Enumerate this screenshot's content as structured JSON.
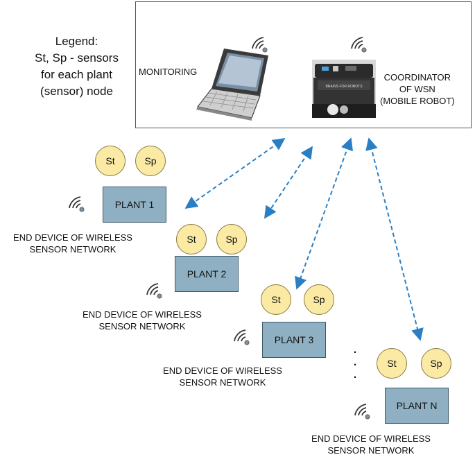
{
  "legend": {
    "line1": "Legend:",
    "line2": "St, Sp - sensors",
    "line3": "for each plant",
    "line4": "(sensor) node"
  },
  "top": {
    "monitoring": "MONITORING",
    "coordinator_line1": "COORDINATOR",
    "coordinator_line2": "OF WSN",
    "coordinator_line3": "(MOBILE ROBOT)",
    "robot_caption": "BRAINS FOR ROBOTS"
  },
  "sensors": {
    "st": "St",
    "sp": "Sp"
  },
  "plants": [
    {
      "name": "PLANT 1",
      "end_device_line1": "END DEVICE OF WIRELESS",
      "end_device_line2": "SENSOR NETWORK"
    },
    {
      "name": "PLANT 2",
      "end_device_line1": "END DEVICE OF WIRELESS",
      "end_device_line2": "SENSOR NETWORK"
    },
    {
      "name": "PLANT 3",
      "end_device_line1": "END DEVICE OF WIRELESS",
      "end_device_line2": "SENSOR NETWORK"
    },
    {
      "name": "PLANT N",
      "end_device_line1": "END DEVICE OF WIRELESS",
      "end_device_line2": "SENSOR NETWORK"
    }
  ],
  "ellipsis": "·\n·\n·",
  "colors": {
    "plant_fill": "#8fb0c2",
    "sensor_fill": "#fbeaa3",
    "link_arrow": "#2a7fc4",
    "signal_icon": "#333333"
  }
}
